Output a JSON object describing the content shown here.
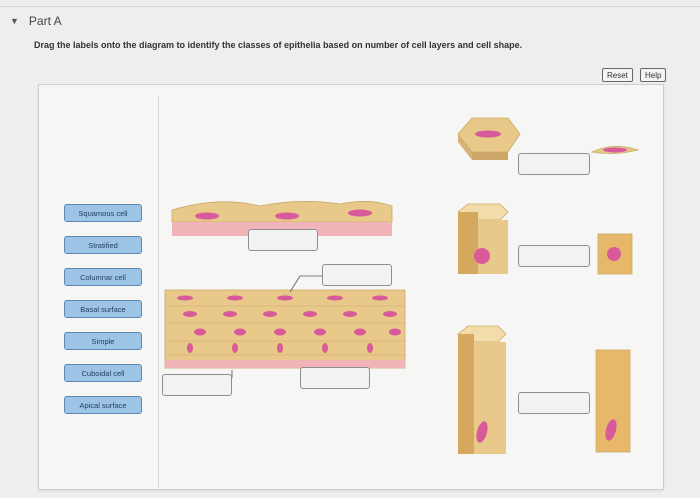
{
  "part": {
    "caret_icon": "triangle-down-icon",
    "title": "Part A"
  },
  "instructions": "Drag the labels onto the diagram to identify the classes of epithelia based on number of cell layers and cell shape.",
  "toolbar": {
    "reset_label": "Reset",
    "help_label": "Help"
  },
  "labels": [
    "Squamous cell",
    "Stratified",
    "Columnar cell",
    "Basal surface",
    "Simple",
    "Cuboidal cell",
    "Apical surface"
  ],
  "colors": {
    "label_fill": "#9dc4e4",
    "nucleus": "#d85a9a",
    "cell_fill": "#e8c98a",
    "basement": "#f0b4b9"
  }
}
